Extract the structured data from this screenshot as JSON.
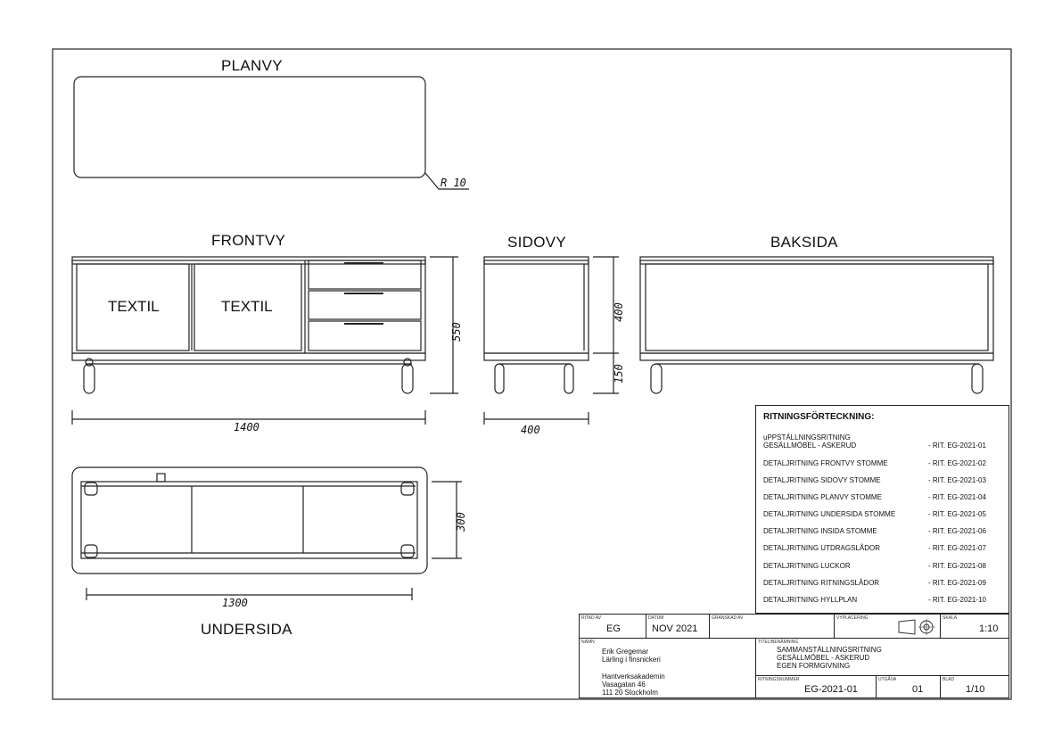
{
  "views": {
    "plan": "PLANVY",
    "front": "FRONTVY",
    "side": "SIDOVY",
    "back": "BAKSIDA",
    "underside": "UNDERSIDA"
  },
  "labels": {
    "textil_left": "TEXTIL",
    "textil_right": "TEXTIL",
    "radius": "R 10"
  },
  "dimensions": {
    "front_width": "1400",
    "front_height": "550",
    "side_depth": "400",
    "side_body": "400",
    "side_legs": "150",
    "under_width": "1300",
    "under_depth": "300"
  },
  "drawing_index": {
    "title": "RITNINGSFÖRTECKNING:",
    "entries": [
      {
        "label": "uPPSTÄLLNINGSRITNING\nGESÄLLMÖBEL - ASKERUD",
        "ref": "- RIT. EG-2021-01"
      },
      {
        "label": "DETALJRITNING FRONTVY STOMME",
        "ref": "- RIT. EG-2021-02"
      },
      {
        "label": "DETALJRITNING SIDOVY STOMME",
        "ref": "- RIT. EG-2021-03"
      },
      {
        "label": "DETALJRITNING PLANVY STOMME",
        "ref": "- RIT. EG-2021-04"
      },
      {
        "label": "DETALJRITNING UNDERSIDA STOMME",
        "ref": "- RIT. EG-2021-05"
      },
      {
        "label": "DETALJRITNING INSIDA STOMME",
        "ref": "- RIT. EG-2021-06"
      },
      {
        "label": "DETALJRITNING UTDRAGSLÅDOR",
        "ref": "- RIT. EG-2021-07"
      },
      {
        "label": "DETALJRITNING LUCKOR",
        "ref": "- RIT. EG-2021-08"
      },
      {
        "label": "DETALJRITNING RITNINGSLÅDOR",
        "ref": "- RIT. EG-2021-09"
      },
      {
        "label": "DETALJRITNING HYLLPLAN",
        "ref": "- RIT. EG-2021-10"
      }
    ]
  },
  "title_block": {
    "ritad_av_caption": "RITAD AV",
    "ritad_av": "EG",
    "datum_caption": "DATUM",
    "datum": "NOV 2021",
    "granskad_caption": "GRANSKAD AV",
    "placering_caption": "VYPLACERING",
    "skala_caption": "SKALA",
    "skala": "1:10",
    "namn_caption": "NAMN",
    "namn": "Erik Gregemar\nLärling i finsnickeri",
    "adress": "Hantverksakademin\nVasagatan 46\n111 20 Stockholm",
    "titel_caption": "TITEL/BENÄMNING",
    "titel": "SAMMANSTÄLLNINGSRITNING\nGESÄLLMÖBEL - ASKERUD\nEGEN FORMGIVNING",
    "ritningsnummer_caption": "RITNINGSNUMMER",
    "ritningsnummer": "EG-2021-01",
    "utgava_caption": "UTGÅVA",
    "utgava": "01",
    "blad_caption": "BLAD",
    "blad": "1/10"
  }
}
